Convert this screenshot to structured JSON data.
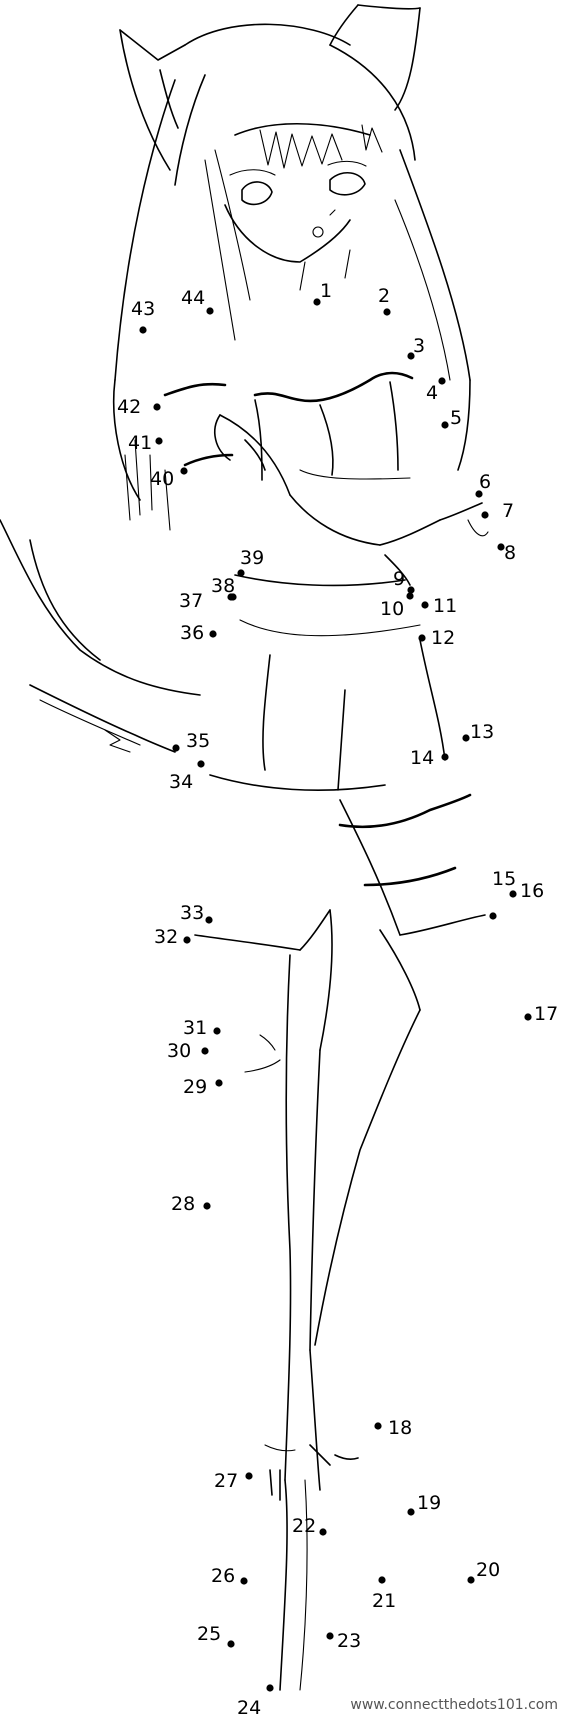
{
  "dots": [
    "1",
    "2",
    "3",
    "4",
    "5",
    "6",
    "7",
    "8",
    "9",
    "10",
    "11",
    "12",
    "13",
    "14",
    "15",
    "16",
    "17",
    "18",
    "19",
    "20",
    "21",
    "22",
    "23",
    "24",
    "25",
    "26",
    "27",
    "28",
    "29",
    "30",
    "31",
    "32",
    "33",
    "34",
    "35",
    "36",
    "37",
    "38",
    "39",
    "40",
    "41",
    "42",
    "43",
    "44"
  ],
  "credit": "www.connectthedots101.com",
  "colors": {
    "ink": "#000000",
    "paper": "#ffffff",
    "credit": "#555555"
  }
}
